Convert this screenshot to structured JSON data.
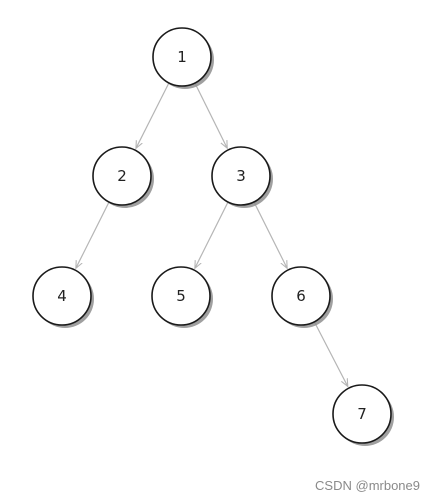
{
  "tree": {
    "nodes": [
      {
        "id": "n1",
        "label": "1"
      },
      {
        "id": "n2",
        "label": "2"
      },
      {
        "id": "n3",
        "label": "3"
      },
      {
        "id": "n4",
        "label": "4"
      },
      {
        "id": "n5",
        "label": "5"
      },
      {
        "id": "n6",
        "label": "6"
      },
      {
        "id": "n7",
        "label": "7"
      }
    ],
    "edges": [
      {
        "from": "n1",
        "to": "n2"
      },
      {
        "from": "n1",
        "to": "n3"
      },
      {
        "from": "n2",
        "to": "n4"
      },
      {
        "from": "n3",
        "to": "n5"
      },
      {
        "from": "n3",
        "to": "n6"
      },
      {
        "from": "n6",
        "to": "n7"
      }
    ],
    "colors": {
      "node_stroke": "#1a1a1a",
      "node_fill": "#ffffff",
      "shadow": "#8f8f8f",
      "edge": "#b5b5b5"
    }
  },
  "watermark": {
    "text": "CSDN @mrbone9"
  }
}
